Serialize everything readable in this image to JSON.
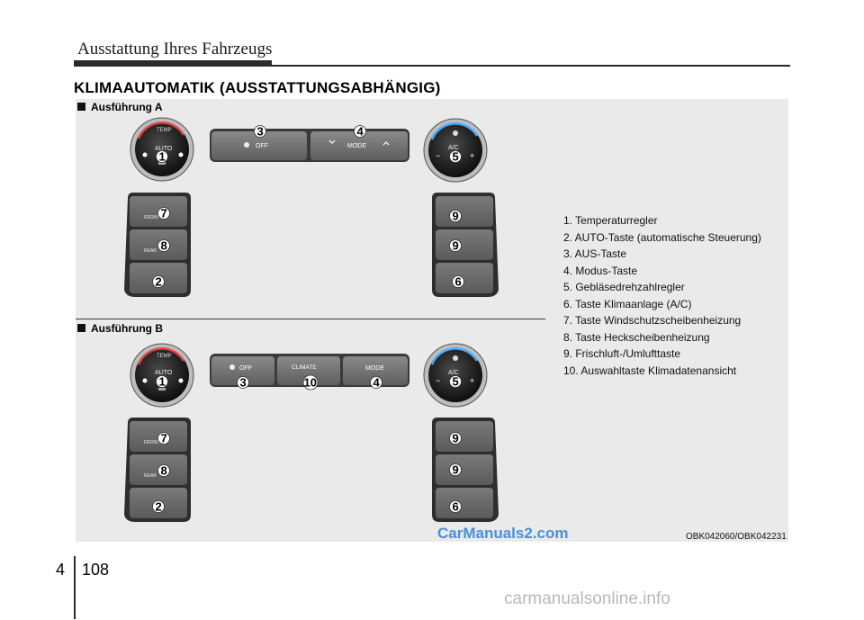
{
  "header": {
    "section_title": "Ausstattung Ihres Fahrzeugs"
  },
  "title": "KLIMAAUTOMATIK (AUSSTATTUNGSABHÄNGIG)",
  "variants": {
    "a": "Ausführung A",
    "b": "Ausführung B"
  },
  "legend": [
    "1. Temperaturregler",
    "2. AUTO-Taste (automatische Steuerung)",
    "3. AUS-Taste",
    "4. Modus-Taste",
    "5. Gebläsedrehzahlregler",
    "6. Taste Klimaanlage (A/C)",
    "7. Taste Windschutzscheibenheizung",
    "8. Taste Heckscheibenheizung",
    "9. Frischluft-/Umlufttaste",
    "10. Auswahltaste Klimadatenansicht"
  ],
  "control_labels": {
    "temp": "TEMP",
    "auto": "AUTO",
    "ac": "A/C",
    "off": "OFF",
    "mode": "MODE",
    "climate": "CLIMATE",
    "front": "FRONT",
    "rear": "REAR",
    "minus": "−",
    "plus": "+"
  },
  "markers": {
    "a": {
      "temp": "1",
      "off": "3",
      "mode": "4",
      "fan": "5",
      "front": "7",
      "rear": "8",
      "seat_left": "2",
      "recirc": "9",
      "fresh": "9",
      "seat_right": "6"
    },
    "b": {
      "temp": "1",
      "off": "3",
      "climate": "10",
      "mode": "4",
      "fan": "5",
      "front": "7",
      "rear": "8",
      "seat_left": "2",
      "recirc": "9",
      "fresh": "9",
      "seat_right": "6"
    }
  },
  "figure_id": "OBK042060/OBK042231",
  "watermark": "CarManuals2.com",
  "footer_watermark": "carmanualsonline.info",
  "footer": {
    "chapter": "4",
    "page": "108"
  }
}
